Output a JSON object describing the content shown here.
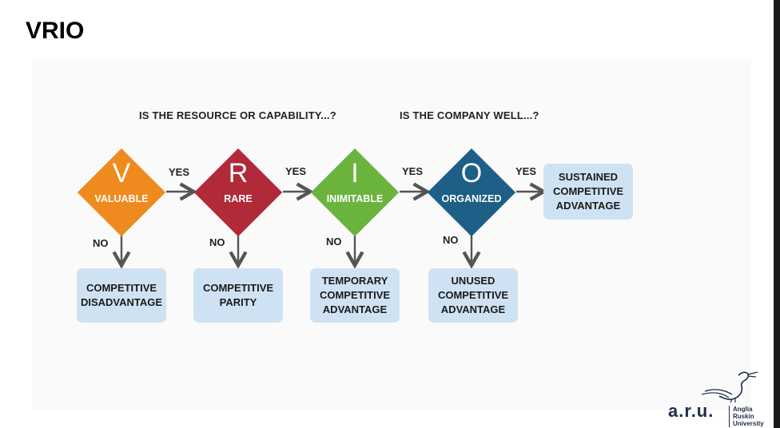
{
  "slide": {
    "title": "VRIO"
  },
  "questions": {
    "resource": "IS THE RESOURCE OR CAPABILITY...?",
    "company": "IS THE COMPANY WELL...?"
  },
  "stages": [
    {
      "letter": "V",
      "word": "VALUABLE",
      "color": "#ef8a1e",
      "outcome": [
        "COMPETITIVE",
        "DISADVANTAGE"
      ]
    },
    {
      "letter": "R",
      "word": "RARE",
      "color": "#b12a3a",
      "outcome": [
        "COMPETITIVE",
        "PARITY"
      ]
    },
    {
      "letter": "I",
      "word": "INIMITABLE",
      "color": "#6ab43e",
      "outcome": [
        "TEMPORARY",
        "COMPETITIVE",
        "ADVANTAGE"
      ]
    },
    {
      "letter": "O",
      "word": "ORGANIZED",
      "color": "#1d5f86",
      "outcome": [
        "UNUSED",
        "COMPETITIVE",
        "ADVANTAGE"
      ]
    }
  ],
  "final": [
    "SUSTAINED",
    "COMPETITIVE",
    "ADVANTAGE"
  ],
  "labels": {
    "yes": "YES",
    "no": "NO"
  },
  "logo": {
    "mark": "a.r.u.",
    "line1": "Anglia Ruskin",
    "line2": "University",
    "icon": "heron-logo-icon"
  }
}
